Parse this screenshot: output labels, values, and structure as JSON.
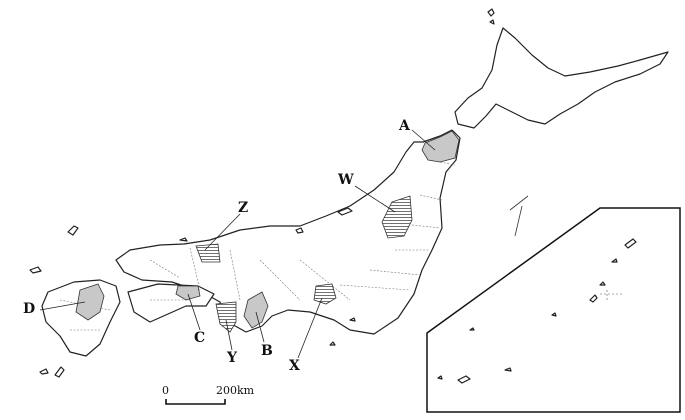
{
  "map": {
    "labels": {
      "A": "A",
      "B": "B",
      "C": "C",
      "D": "D",
      "W": "W",
      "X": "X",
      "Y": "Y",
      "Z": "Z"
    },
    "shaded_regions": [
      "A",
      "B",
      "C",
      "D"
    ],
    "hatched_regions": [
      "W",
      "X",
      "Y",
      "Z"
    ],
    "scale": {
      "zero": "0",
      "max": "200km"
    },
    "colors": {
      "shaded": "#c8c8c8",
      "outline": "#222222"
    }
  }
}
